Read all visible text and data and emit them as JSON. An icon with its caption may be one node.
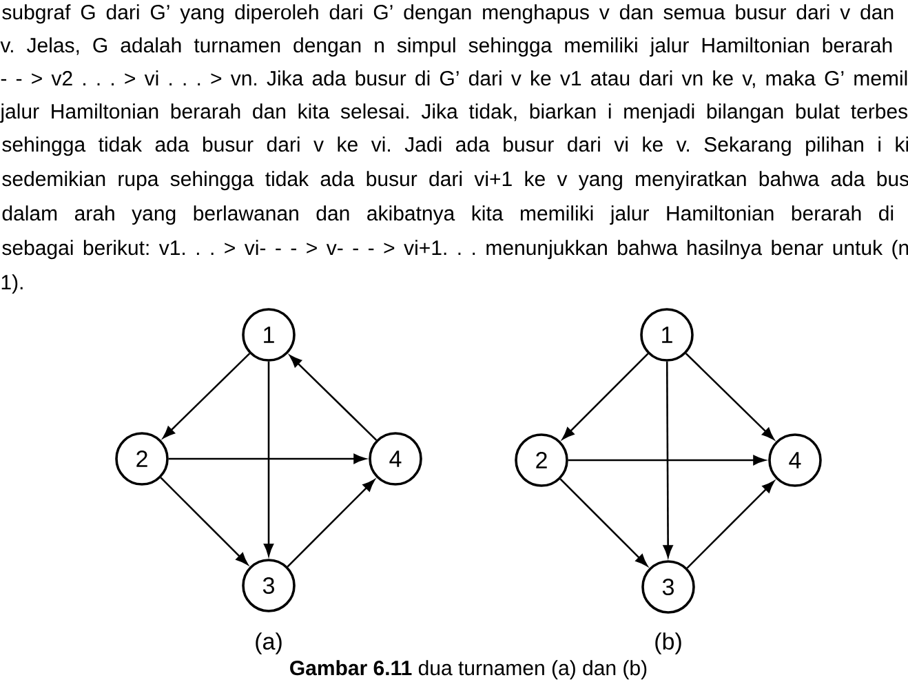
{
  "diagram": {
    "caption": "**Gambar 6.11** dua turnamen (a) dan (b)",
    "nodes": [
      {
        "text": [
          "1"
        ]
      },
      {
        "text": [
          "2"
        ]
      },
      {
        "text": [
          "3"
        ]
      },
      {
        "text": [
          "4"
        ]
      },
      {
        "text": [
          "1"
        ]
      },
      {
        "text": [
          "2"
        ]
      },
      {
        "text": [
          "3"
        ]
      },
      {
        "text": [
          "4"
        ]
      }
    ],
    "edges": [
      {
        "from": 0,
        "to": 1,
        "arrow": "to"
      },
      {
        "from": 0,
        "to": 2,
        "arrow": "to"
      },
      {
        "from": 3,
        "to": 0,
        "arrow": "to"
      },
      {
        "from": 1,
        "to": 3,
        "arrow": "to"
      },
      {
        "from": 1,
        "to": 2,
        "arrow": "to"
      },
      {
        "from": 2,
        "to": 3,
        "arrow": "to"
      },
      {
        "from": 4,
        "to": 5,
        "arrow": "to"
      },
      {
        "from": 4,
        "to": 6,
        "arrow": "to"
      },
      {
        "from": 4,
        "to": 7,
        "arrow": "to"
      },
      {
        "from": 5,
        "to": 7,
        "arrow": "to"
      },
      {
        "from": 5,
        "to": 6,
        "arrow": "to"
      },
      {
        "from": 6,
        "to": 7,
        "arrow": "to"
      }
    ],
    "labels": [
      "subgraf G dari G’ yang diperoleh dari G’ dengan menghapus v dan semua busur dari v dan",
      "v. Jelas, G adalah turnamen dengan n simpul sehingga memiliki jalur Hamiltonian berarah",
      "- - > v2 . . . > vi . . . > vn. Jika ada busur di G’ dari v ke v1 atau dari vn ke v, maka G’ memil",
      "jalur Hamiltonian berarah dan kita selesai. Jika tidak, biarkan i menjadi bilangan bulat terbes",
      "sehingga tidak ada busur dari v ke vi. Jadi ada busur dari vi ke v. Sekarang pilihan i ki",
      "sedemikian rupa sehingga tidak ada busur dari vi+1 ke v yang menyiratkan bahwa ada bus",
      "dalam arah yang berlawanan dan akibatnya kita memiliki jalur Hamiltonian berarah di",
      "sebagai berikut: v1. . . > vi- - - > v- - - > vi+1. . . menunjukkan bahwa hasilnya benar untuk (n",
      "1).",
      "(a)",
      "(b)"
    ]
  }
}
